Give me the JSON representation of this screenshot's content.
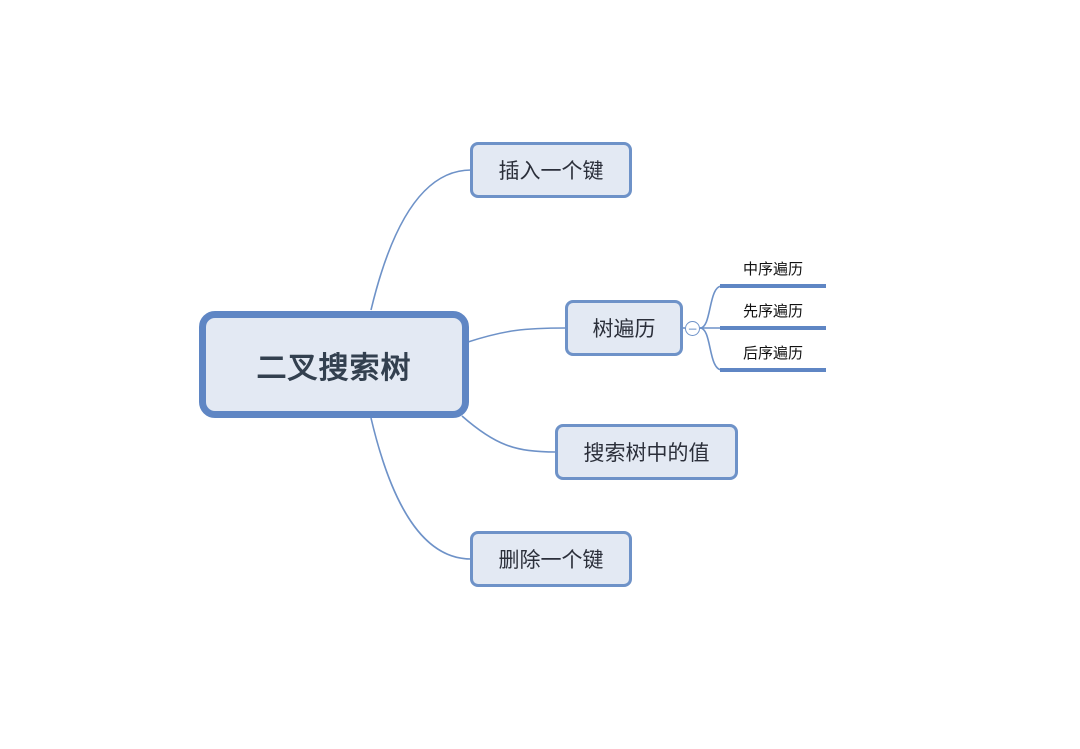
{
  "root": {
    "label": "二叉搜索树"
  },
  "branches": {
    "insert": "插入一个键",
    "traverse": "树遍历",
    "search": "搜索树中的值",
    "delete": "删除一个键"
  },
  "traverse_children": {
    "inorder": "中序遍历",
    "preorder": "先序遍历",
    "postorder": "后序遍历"
  },
  "collapse_glyph": "−",
  "colors": {
    "node_fill": "#e3e9f3",
    "node_border": "#6e92c8",
    "root_border": "#5f86c4",
    "connector": "#6e92c8",
    "leaf_underline": "#5f86c4"
  }
}
